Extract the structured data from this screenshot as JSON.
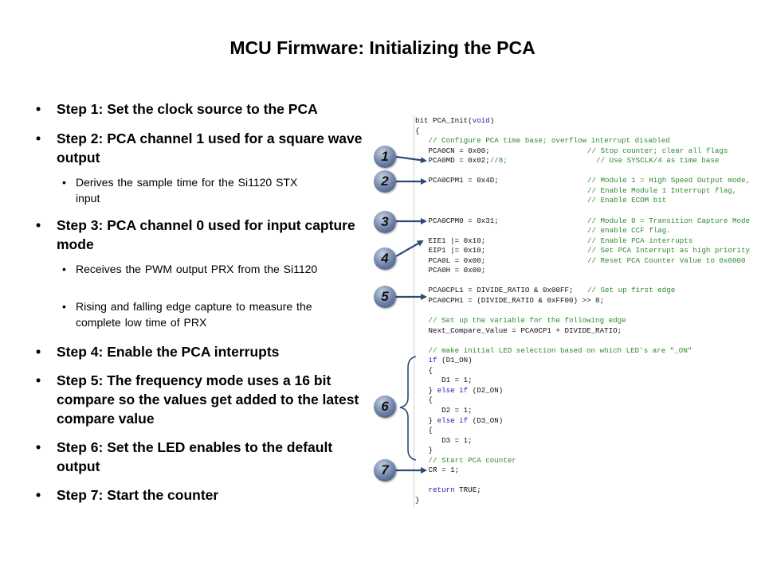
{
  "title": "MCU Firmware: Initializing the PCA",
  "bullets": [
    {
      "text": "Step 1: Set the clock source to the PCA"
    },
    {
      "text": "Step 2: PCA channel 1 used for a square wave output",
      "subs": [
        "Derives the sample time for the Si1120 STX input"
      ]
    },
    {
      "text": "Step 3: PCA channel 0 used for input capture mode",
      "subs": [
        "Receives the PWM output PRX from the Si1120",
        "Rising and falling edge capture to measure the complete low time of PRX"
      ]
    },
    {
      "text": "Step 4: Enable the PCA interrupts"
    },
    {
      "text": "Step 5: The frequency mode uses a 16 bit compare so the values get added to the latest compare value"
    },
    {
      "text": "Step 6: Set the LED enables to the default output"
    },
    {
      "text": "Step 7: Start the counter"
    }
  ],
  "bullet_glyph": "•",
  "callouts": [
    "1",
    "2",
    "3",
    "4",
    "5",
    "6",
    "7"
  ],
  "code_lines": [
    {
      "code": [
        [
          "bit PCA_Init(",
          ""
        ],
        [
          "void",
          "kw"
        ],
        [
          ")",
          ""
        ]
      ]
    },
    {
      "code": [
        [
          "{",
          ""
        ]
      ]
    },
    {
      "code": [
        [
          "   // Configure PCA time base; overflow interrupt disabled",
          "cm"
        ]
      ]
    },
    {
      "code": [
        [
          "   PCA0CN = 0x00;",
          ""
        ]
      ],
      "comment": "// Stop counter; clear all flags"
    },
    {
      "code": [
        [
          "   PCA0MD = 0x02;",
          ""
        ],
        [
          "//8;",
          "cm"
        ]
      ],
      "comment": "  // Use SYSCLK/4 as time base"
    },
    {
      "code": []
    },
    {
      "code": [
        [
          "   PCA0CPM1 = 0x4D;",
          ""
        ]
      ],
      "comment": "// Module 1 = High Speed Output mode,"
    },
    {
      "code": [],
      "comment": "// Enable Module 1 Interrupt flag,"
    },
    {
      "code": [],
      "comment": "// Enable ECOM bit"
    },
    {
      "code": []
    },
    {
      "code": [
        [
          "   PCA0CPM0 = 0x31;",
          ""
        ]
      ],
      "comment": "// Module 0 = Transition Capture Mode"
    },
    {
      "code": [],
      "comment": "// enable CCF flag."
    },
    {
      "code": [
        [
          "   EIE1 |= 0x10;",
          ""
        ]
      ],
      "comment": "// Enable PCA interrupts"
    },
    {
      "code": [
        [
          "   EIP1 |= 0x10;",
          ""
        ]
      ],
      "comment": "// Set PCA Interrupt as high priority"
    },
    {
      "code": [
        [
          "   PCA0L = 0x00;",
          ""
        ]
      ],
      "comment": "// Reset PCA Counter Value to 0x0000"
    },
    {
      "code": [
        [
          "   PCA0H = 0x00;",
          ""
        ]
      ]
    },
    {
      "code": []
    },
    {
      "code": [
        [
          "   PCA0CPL1 = DIVIDE_RATIO & 0x00FF;",
          ""
        ]
      ],
      "comment": "// Set up first edge"
    },
    {
      "code": [
        [
          "   PCA0CPH1 = (DIVIDE_RATIO & 0xFF00) >> 8;",
          ""
        ]
      ]
    },
    {
      "code": []
    },
    {
      "code": [
        [
          "   // Set up the variable for the following edge",
          "cm"
        ]
      ]
    },
    {
      "code": [
        [
          "   Next_Compare_Value = PCA0CP1 + DIVIDE_RATIO;",
          ""
        ]
      ]
    },
    {
      "code": []
    },
    {
      "code": [
        [
          "   // make initial LED selection based on which LED's are \"_ON\"",
          "cm"
        ]
      ]
    },
    {
      "code": [
        [
          "   ",
          ""
        ],
        [
          "if",
          "kw"
        ],
        [
          " (D1_ON)",
          ""
        ]
      ]
    },
    {
      "code": [
        [
          "   {",
          ""
        ]
      ]
    },
    {
      "code": [
        [
          "      D1 = 1;",
          ""
        ]
      ]
    },
    {
      "code": [
        [
          "   } ",
          ""
        ],
        [
          "else if",
          "kw"
        ],
        [
          " (D2_ON)",
          ""
        ]
      ]
    },
    {
      "code": [
        [
          "   {",
          ""
        ]
      ]
    },
    {
      "code": [
        [
          "      D2 = 1;",
          ""
        ]
      ]
    },
    {
      "code": [
        [
          "   } ",
          ""
        ],
        [
          "else if",
          "kw"
        ],
        [
          " (D3_ON)",
          ""
        ]
      ]
    },
    {
      "code": [
        [
          "   {",
          ""
        ]
      ]
    },
    {
      "code": [
        [
          "      D3 = 1;",
          ""
        ]
      ]
    },
    {
      "code": [
        [
          "   }",
          ""
        ]
      ]
    },
    {
      "code": [
        [
          "   // Start PCA counter",
          "cm"
        ]
      ]
    },
    {
      "code": [
        [
          "   CR = 1;",
          ""
        ]
      ]
    },
    {
      "code": []
    },
    {
      "code": [
        [
          "   ",
          ""
        ],
        [
          "return",
          "kw"
        ],
        [
          " TRUE;",
          ""
        ]
      ]
    },
    {
      "code": [
        [
          "}",
          ""
        ]
      ]
    }
  ],
  "colors": {
    "comment": "#2e8b2e",
    "keyword": "#2020b0",
    "arrow": "#2d4a75"
  }
}
